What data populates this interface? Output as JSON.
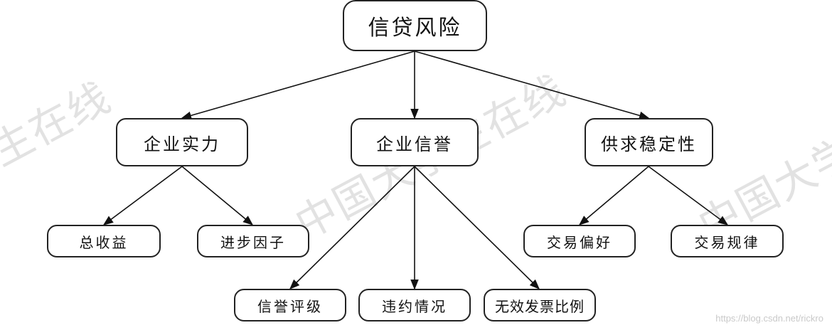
{
  "watermark": {
    "text_left": "生在线",
    "text_mid": "中国大学生在线",
    "text_right": "中国大学生"
  },
  "diagram": {
    "root": "信贷风险",
    "level1": [
      "企业实力",
      "企业信誉",
      "供求稳定性"
    ],
    "level2": {
      "strength": [
        "总收益",
        "进步因子"
      ],
      "credit": [
        "信誉评级",
        "违约情况",
        "无效发票比例"
      ],
      "stability": [
        "交易偏好",
        "交易规律"
      ]
    }
  },
  "footer_url": "https://blog.csdn.net/rickro"
}
